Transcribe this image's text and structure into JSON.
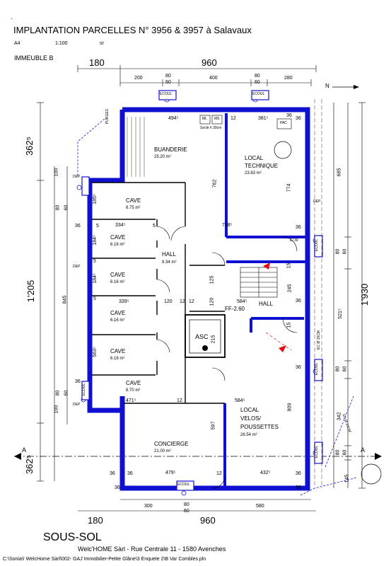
{
  "header": {
    "dot": ".",
    "title": "IMPLANTATION PARCELLES N° 3956 & 3957 à Salavaux",
    "paper": "A4",
    "scale": "1:100",
    "author": "sr",
    "building": "IMMEUBLE B"
  },
  "footer": {
    "level": "SOUS-SOL",
    "company": "Welc'HOME Sàrl - Rue Centrale 11 - 1580 Avenches",
    "path": "C:\\Sonia\\! WelcHome Sàrl\\002- GAJ Immobilier-Petite Glâne\\3 Enquete 2\\B Var Combles.pln"
  },
  "dims": {
    "top_left": "180",
    "top_main": "960",
    "top_200": "200",
    "top_80a": "80",
    "top_60a": "60",
    "top_400": "400",
    "top_80b": "80",
    "top_60b": "60",
    "top_280": "280",
    "bot_left": "180",
    "bot_main": "960",
    "bot_300": "300",
    "bot_80": "80",
    "bot_60": "60",
    "bot_580": "580",
    "left_3625a": "362⁵",
    "left_1205": "1'205",
    "left_3625b": "362⁵",
    "left_100a": "100",
    "left_80a": "80",
    "left_60a": "60",
    "left_845": "845",
    "left_80b": "80",
    "left_60b": "60",
    "left_100b": "100",
    "right_685": "685",
    "right_80a": "80",
    "right_60a": "60",
    "right_5215": "521⁵",
    "right_1930": "1'930",
    "right_80b": "80",
    "right_60b": "60",
    "right_342": "342",
    "right_80c": "80",
    "right_60c": "60",
    "right_145": "145"
  },
  "rooms": {
    "buanderie": {
      "name": "BUANDERIE",
      "area": "25.20 m²"
    },
    "local_tech": {
      "name1": "LOCAL",
      "name2": "TECHNIQUE",
      "area": "23.83 m²"
    },
    "cave1": {
      "name": "CAVE",
      "area": "8.75 m²"
    },
    "cave2": {
      "name": "CAVE",
      "area": "6.16 m²"
    },
    "cave3": {
      "name": "CAVE",
      "area": "6.16 m²"
    },
    "cave4": {
      "name": "CAVE",
      "area": "6.16 m²"
    },
    "cave5": {
      "name": "CAVE",
      "area": "6.16 m²"
    },
    "cave6": {
      "name": "CAVE",
      "area": "8.70 m²"
    },
    "hall1": {
      "name": "HALL",
      "area": "9.34 m²"
    },
    "hall2": {
      "name": "HALL"
    },
    "ff": "FF-2.60",
    "asc": "ASC",
    "local_velos": {
      "name1": "LOCAL",
      "name2": "VELOS/",
      "name3": "POUSSETTES",
      "area": "26.54 m²"
    },
    "concierge": {
      "name": "CONCIERGE",
      "area": "21.00 m²"
    }
  },
  "inner_dims": {
    "d4945": "494⁵",
    "d12a": "12",
    "d3815": "381⁵",
    "d36a": "36",
    "d36b": "36",
    "d762": "762",
    "d774": "774",
    "d1855": "185⁵",
    "d36c": "36",
    "d3345": "334⁵",
    "d5a": "5",
    "d5b": "5",
    "d7185": "718⁵",
    "d36d": "36",
    "d1845a": "184⁵",
    "d1845b": "184⁵",
    "d5c": "5",
    "d5d": "5",
    "d3395": "339⁵",
    "d120a": "120",
    "d12b": "12",
    "d12c": "12",
    "d120b": "120",
    "d125": "125",
    "d5845a": "584⁵",
    "d245": "245",
    "d15a": "15",
    "d15b": "15",
    "d36e": "36",
    "d5635": "563⁵",
    "d215": "215",
    "d36f": "36",
    "d36g": "36",
    "d4715": "471⁵",
    "d12d": "12",
    "d5845b": "584⁵",
    "d809": "809",
    "d597": "597",
    "d36h": "36",
    "d4795": "479⁵",
    "d12e": "12",
    "d4325": "432⁵",
    "d36i": "36",
    "d36j": "36",
    "d36k": "36",
    "d36l": "36"
  },
  "labels": {
    "ecoul1": "ECOUL",
    "ecoul2": "ECOUL",
    "ecoul3": "ECOUL",
    "ecoul4": "ECOUL",
    "ecoul5": "ECOUL",
    "ecoul6": "ECOUL",
    "ecoul7": "ECOUL",
    "dep1": "DEP",
    "dep2": "DEP",
    "dep3": "DEP",
    "dep4": "DEP",
    "ml": "ML",
    "ms": "MS",
    "socle": "Socle h 30cm",
    "pac": "PAC",
    "ei30": "EI 30",
    "ec": "EC Ø 15CM",
    "eu": "EU Ø 15CM",
    "purges": "PURGES",
    "north": "N",
    "sectA1": "A",
    "sectA2": "A"
  }
}
